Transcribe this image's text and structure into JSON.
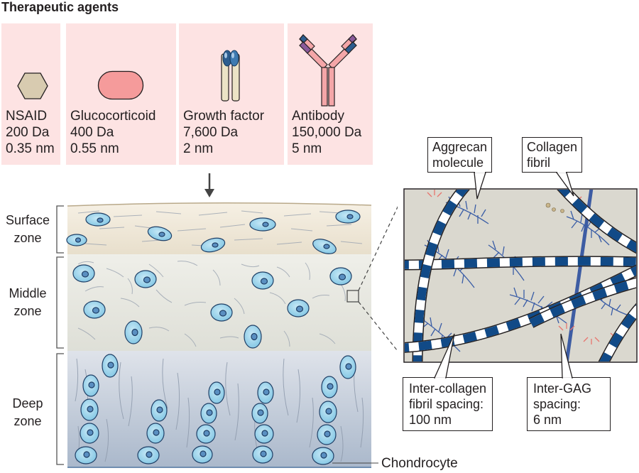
{
  "title": "Therapeutic agents",
  "agents": [
    {
      "name": "NSAID",
      "mass": "200 Da",
      "size": "0.35 nm",
      "icon": "hexagon-molecule-icon"
    },
    {
      "name": "Glucocorticoid",
      "mass": "400 Da",
      "size": "0.55 nm",
      "icon": "capsule-molecule-icon"
    },
    {
      "name": "Growth factor",
      "mass": "7,600 Da",
      "size": "2 nm",
      "icon": "growth-factor-protein-icon"
    },
    {
      "name": "Antibody",
      "mass": "150,000 Da",
      "size": "5 nm",
      "icon": "antibody-y-icon"
    }
  ],
  "zones": {
    "surface": [
      "Surface",
      "zone"
    ],
    "middle": [
      "Middle",
      "zone"
    ],
    "deep": [
      "Deep",
      "zone"
    ]
  },
  "labels": {
    "aggrecan": [
      "Aggrecan",
      "molecule"
    ],
    "collagen": [
      "Collagen",
      "fibril"
    ],
    "inter_collagen": [
      "Inter-collagen",
      "fibril spacing:",
      "100 nm"
    ],
    "inter_gag": [
      "Inter-GAG",
      "spacing:",
      "6 nm"
    ],
    "chondrocyte": "Chondrocyte"
  },
  "colors": {
    "panel": "#fde3e3",
    "surface_zone": "#efe8da",
    "middle_zone": "#e9e9e1",
    "deep_zone": "#cfd7e2",
    "cell": "#9fd4ea",
    "collagen_dark": "#114a87",
    "aggrecan": "#3a5da6",
    "gag_red": "#e8756e"
  }
}
